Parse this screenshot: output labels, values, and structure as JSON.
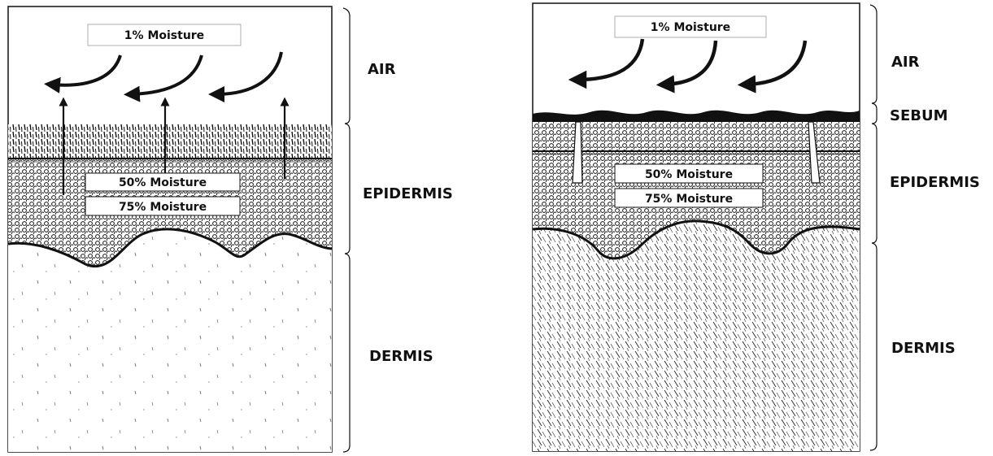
{
  "panels": [
    {
      "id": "left",
      "boxes": {
        "air": "1% Moisture",
        "upper": "50% Moisture",
        "lower": "75% Moisture"
      },
      "labels": [
        "AIR",
        "EPIDERMIS",
        "DERMIS"
      ]
    },
    {
      "id": "right",
      "boxes": {
        "air": "1% Moisture",
        "upper": "50% Moisture",
        "lower": "75% Moisture"
      },
      "labels": [
        "AIR",
        "SEBUM",
        "EPIDERMIS",
        "DERMIS"
      ]
    }
  ]
}
